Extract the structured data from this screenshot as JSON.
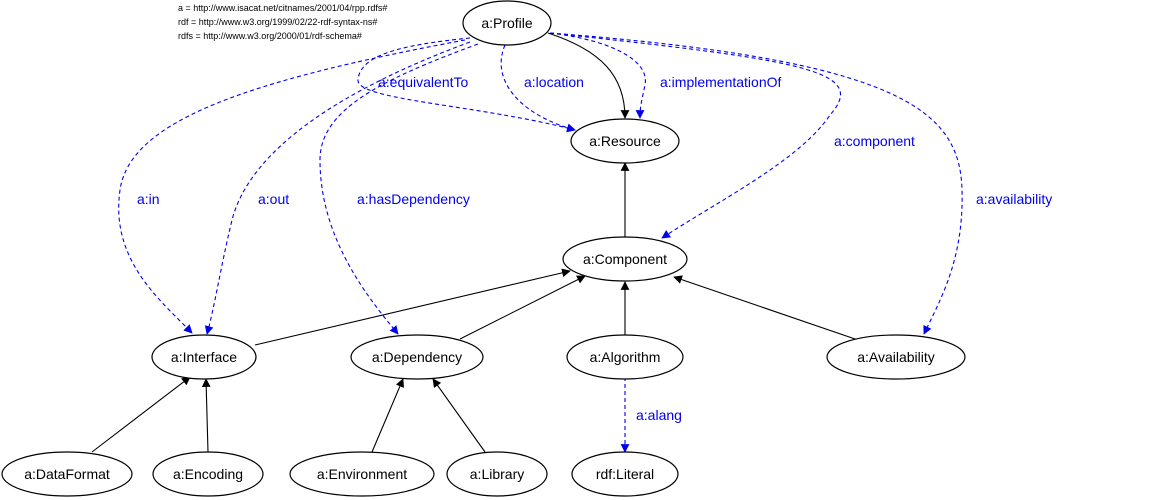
{
  "namespaces": [
    "a = http://www.isacat.net/citnames/2001/04/rpp.rdfs#",
    "rdf = http://www.w3.org/1999/02/22-rdf-syntax-ns#",
    "rdfs = http://www.w3.org/2000/01/rdf-schema#"
  ],
  "nodes": {
    "profile": "a:Profile",
    "resource": "a:Resource",
    "component": "a:Component",
    "interface": "a:Interface",
    "dependency": "a:Dependency",
    "algorithm": "a:Algorithm",
    "availability": "a:Availability",
    "dataformat": "a:DataFormat",
    "encoding": "a:Encoding",
    "environment": "a:Environment",
    "library": "a:Library",
    "literal": "rdf:Literal"
  },
  "edge_labels": {
    "equivalentTo": "a:equivalentTo",
    "location": "a:location",
    "implementationOf": "a:implementationOf",
    "component": "a:component",
    "in": "a:in",
    "out": "a:out",
    "hasDependency": "a:hasDependency",
    "availability": "a:availability",
    "alang": "a:alang"
  },
  "colors": {
    "property_edge": "#0000ee",
    "subclass_edge": "#000000"
  }
}
